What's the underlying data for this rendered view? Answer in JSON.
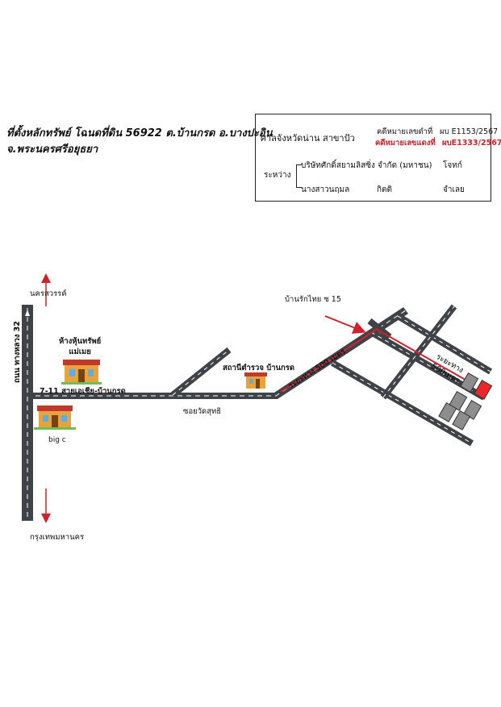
{
  "title": {
    "line1": "ที่ตั้งหลักทรัพย์  โฉนดที่ดิน 56922 ต.บ้านกรด อ.บางปะอิน",
    "line2": "จ.พระนครศรีอยุธยา"
  },
  "case_box": {
    "court": "ศาลจังหวัดน่าน สาขาปัว",
    "black_case_label": "คดีหมายเลขดำที่",
    "black_case_no": "ผบ E1153/2567",
    "red_case_label": "คดีหมายเลขแดงที่",
    "red_case_no": "ผบE1333/2567",
    "between_label": "ระหว่าง",
    "plaintiff": "บริษัทศักดิ์สยามลิสซิ่ง จำกัด (มหาชน)",
    "plaintiff_role": "โจทก์",
    "defendant_name": "นางสาวนฤมล",
    "defendant_surname": "กิตติ",
    "defendant_role": "จำเลย"
  },
  "map": {
    "north_dir": "นครสวรรค์",
    "south_dir": "กรุงเทพมหานคร",
    "highway": "ถนน ทางหลวง 32",
    "store_name_1": "ห้างหุ้นทรัพย์",
    "store_name_2": "แม่เมย",
    "seven_eleven": "7-11 สายเอเชีย-บ้านกรด",
    "bigc": "big c",
    "soi": "ซอยวัดสุทธิ",
    "police": "สถานีตำรวจ บ้านกรด",
    "village": "บ้านรักไทย ซ 15",
    "dist1": "ระยะทาง 500 เมตร",
    "dist2_1": "ระยะทาง",
    "dist2_2": "500เมตร",
    "colors": {
      "road": "#3f4347",
      "route": "#d0202a",
      "target": "#e8262b",
      "lots": "#8d8d8d"
    }
  }
}
